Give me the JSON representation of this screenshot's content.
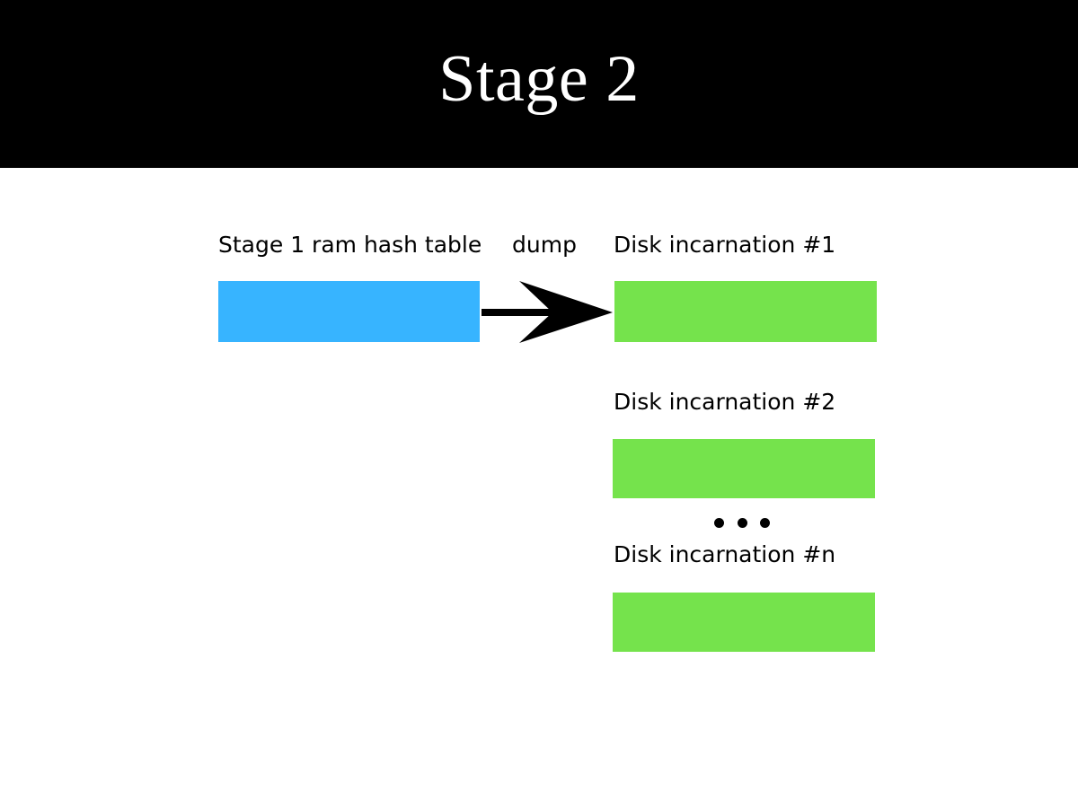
{
  "slide": {
    "title": "Stage 2",
    "background_color": "#ffffff",
    "banner_color": "#000000",
    "title_color": "#ffffff"
  },
  "diagram": {
    "ram": {
      "label": "Stage 1 ram hash table",
      "bar_color": "#37B4FF"
    },
    "transition": {
      "label": "dump",
      "arrow_color": "#000000",
      "arrow_direction": "right"
    },
    "disks": [
      {
        "label": "Disk incarnation #1",
        "bar_color": "#75E34C"
      },
      {
        "label": "Disk incarnation #2",
        "bar_color": "#75E34C"
      },
      {
        "label": "Disk incarnation #n",
        "bar_color": "#75E34C"
      }
    ],
    "ellipsis": {
      "dots": 3,
      "color": "#000000"
    }
  }
}
